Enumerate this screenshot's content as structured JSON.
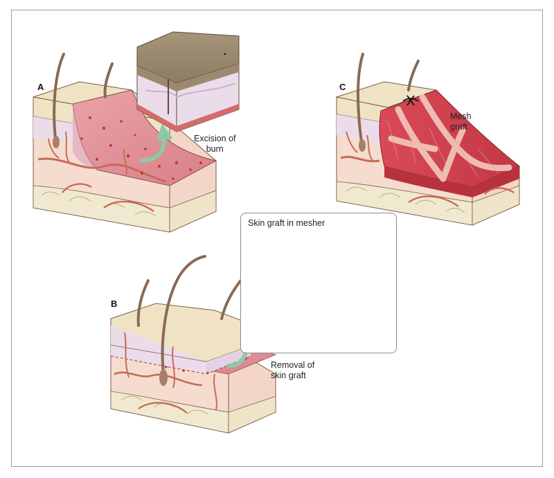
{
  "panels": {
    "a": {
      "letter": "A",
      "label_lines": [
        "Excision of",
        "burn"
      ]
    },
    "b": {
      "letter": "B",
      "label_lines": [
        "Removal of",
        "skin graft"
      ]
    },
    "c": {
      "letter": "C",
      "label_lines": [
        "Mesh",
        "graft"
      ]
    }
  },
  "inset": {
    "title": "Skin graft in mesher"
  },
  "colors": {
    "epidermis": "#efe3c4",
    "dermis": "#ebdcea",
    "subcutis": "#f6dccf",
    "fat": "#f1e9cf",
    "vessel": "#c96a56",
    "wound": "#dc8a92",
    "mesh": "#cf3f4b",
    "arrow": "#8ec9a7"
  }
}
